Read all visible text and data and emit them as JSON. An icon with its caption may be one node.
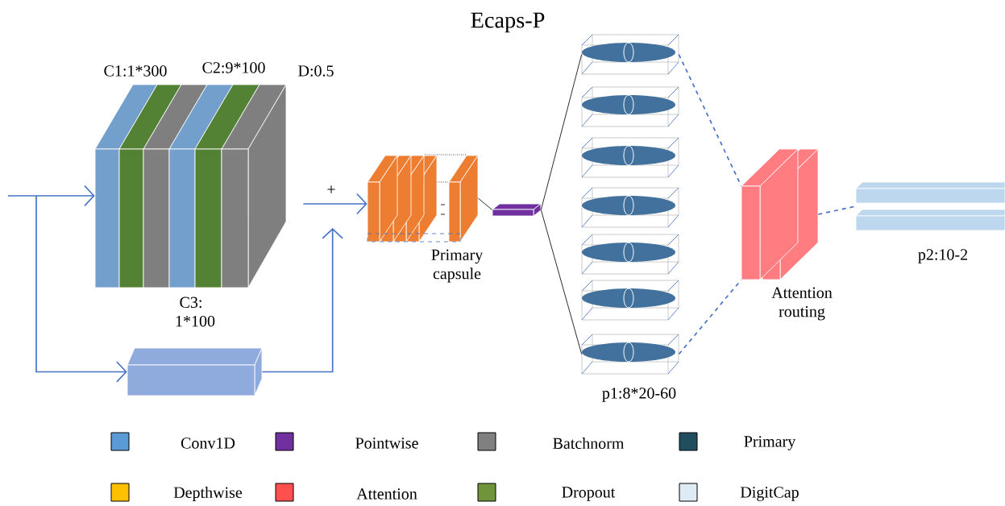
{
  "diagram": {
    "title": "Ecaps-P",
    "nodes": [
      {
        "text": [],
        "shape": "box"
      },
      {
        "text": [
          "C3: 1*100"
        ]
      },
      {
        "text": [
          "Primary capsule"
        ]
      },
      {
        "text": [],
        "shape": "box"
      },
      {
        "text": [],
        "shape": "ellipse"
      },
      {
        "text": [],
        "shape": "ellipse"
      },
      {
        "text": [],
        "shape": "ellipse"
      },
      {
        "text": [],
        "shape": "ellipse"
      },
      {
        "text": [],
        "shape": "ellipse"
      },
      {
        "text": [],
        "shape": "ellipse"
      },
      {
        "text": [],
        "shape": "ellipse"
      },
      {
        "text": [
          "Attention routing"
        ]
      },
      {
        "text": [
          "p2:10-2"
        ]
      }
    ],
    "edges": [
      {
        "from": null,
        "to": 0,
        "arrow": "to"
      },
      {
        "from": null,
        "to": 1,
        "arrow": "to"
      },
      {
        "from": 0,
        "to": 2,
        "arrow": "to",
        "label": "+"
      },
      {
        "from": 1,
        "to": 2,
        "arrow": "to"
      },
      {
        "from": 2,
        "to": 3,
        "arrow": "none",
        "color": "#000000"
      },
      {
        "from": 3,
        "to": 4,
        "arrow": "none",
        "color": "#000000"
      },
      {
        "from": 3,
        "to": 10,
        "arrow": "none",
        "color": "#000000"
      },
      {
        "from": 4,
        "to": 11,
        "arrow": "none",
        "style": "dashed"
      },
      {
        "from": 10,
        "to": 11,
        "arrow": "none",
        "style": "dashed"
      },
      {
        "from": 11,
        "to": 12,
        "arrow": "none",
        "style": "dashed"
      }
    ],
    "labels": [
      "C1:1*300",
      "C2:9*100",
      "D:0.5",
      "p1:8*20-60"
    ],
    "legend": [
      {
        "text": "Conv1D",
        "color": "#5b9bd5"
      },
      {
        "text": "Pointwise",
        "color": "#7030a0"
      },
      {
        "text": "Batchnorm",
        "color": "#808080"
      },
      {
        "text": "Primary",
        "color": "#1f4e5f"
      },
      {
        "text": "Depthwise",
        "color": "#ffc000"
      },
      {
        "text": "Attention",
        "color": "#ff5050"
      },
      {
        "text": "Dropout",
        "color": "#70943c"
      },
      {
        "text": "DigitCap",
        "color": "#deebf5"
      }
    ]
  }
}
